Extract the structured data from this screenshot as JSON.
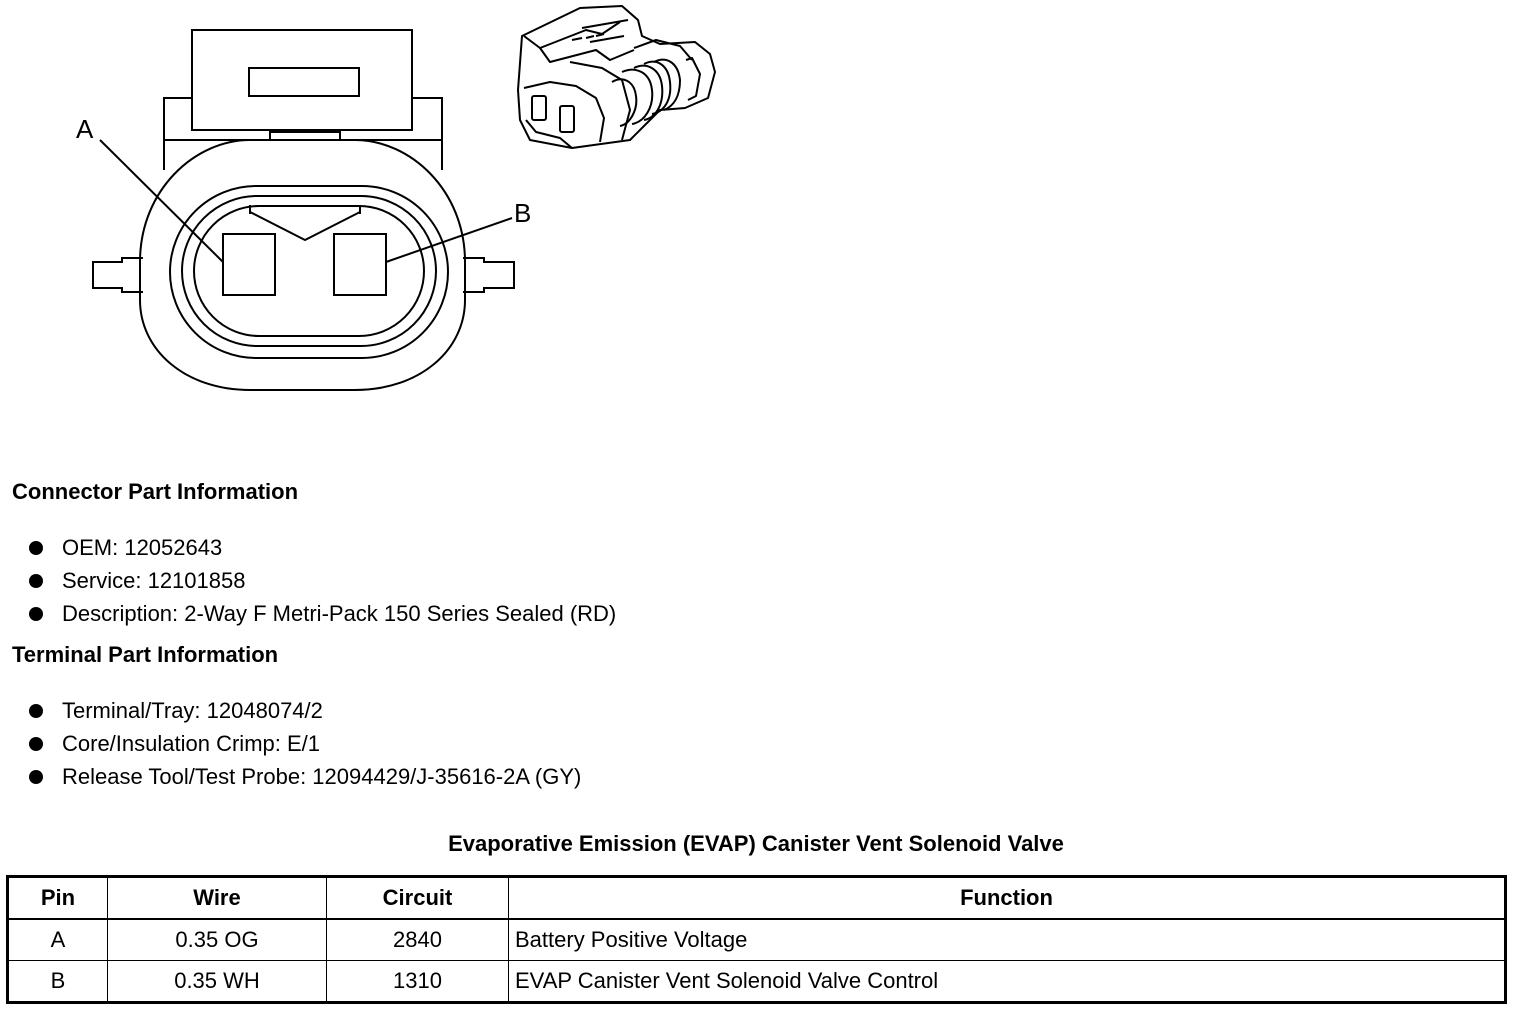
{
  "diagram": {
    "pin_labels": [
      "A",
      "B"
    ]
  },
  "connector_info": {
    "heading": "Connector Part Information",
    "items": [
      "OEM: 12052643",
      "Service: 12101858",
      "Description: 2-Way F Metri-Pack 150 Series Sealed (RD)"
    ]
  },
  "terminal_info": {
    "heading": "Terminal Part Information",
    "items": [
      "Terminal/Tray: 12048074/2",
      "Core/Insulation Crimp: E/1",
      "Release Tool/Test Probe: 12094429/J-35616-2A (GY)"
    ]
  },
  "pin_table": {
    "title": "Evaporative Emission (EVAP) Canister Vent Solenoid Valve",
    "headers": [
      "Pin",
      "Wire",
      "Circuit",
      "Function"
    ],
    "rows": [
      [
        "A",
        "0.35 OG",
        "2840",
        "Battery Positive Voltage"
      ],
      [
        "B",
        "0.35 WH",
        "1310",
        "EVAP Canister Vent Solenoid Valve Control"
      ]
    ]
  }
}
